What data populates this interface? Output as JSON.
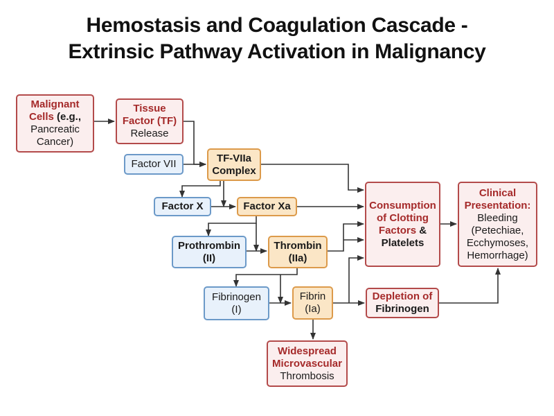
{
  "title": {
    "line1": "Hemostasis and Coagulation Cascade -",
    "line2": "Extrinsic Pathway Activation in Malignancy"
  },
  "nodes": {
    "malignant_cells": {
      "l1": "Malignant",
      "l2a": "Cells",
      "l2b": " (e.g.,",
      "l3": "Pancreatic",
      "l4": "Cancer)"
    },
    "tissue_factor": {
      "l1": "Tissue",
      "l2": "Factor (TF)",
      "l3": "Release"
    },
    "factor_vii": {
      "l1": "Factor VII"
    },
    "tf_viia": {
      "l1": "TF-VIIa",
      "l2": "Complex"
    },
    "factor_x": {
      "l1": "Factor X"
    },
    "factor_xa": {
      "l1": "Factor Xa"
    },
    "prothrombin": {
      "l1": "Prothrombin",
      "l2": "(II)"
    },
    "thrombin": {
      "l1": "Thrombin",
      "l2": "(IIa)"
    },
    "fibrinogen": {
      "l1": "Fibrinogen",
      "l2": "(I)"
    },
    "fibrin": {
      "l1": "Fibrin",
      "l2": "(Ia)"
    },
    "thrombosis": {
      "l1": "Widespread",
      "l2": "Microvascular",
      "l3": "Thrombosis"
    },
    "consumption": {
      "l1": "Consumption",
      "l2": "of Clotting",
      "l3a": "Factors",
      "l3b": " &",
      "l4": "Platelets"
    },
    "depletion": {
      "l1": "Depletion of",
      "l2": "Fibrinogen"
    },
    "clinical": {
      "l1": "Clinical",
      "l2": "Presentation:",
      "l3": "Bleeding",
      "l4": "(Petechiae,",
      "l5": "Ecchymoses,",
      "l6": "Hemorrhage)"
    }
  },
  "colors": {
    "red_fill": "#fbeeee",
    "red_border": "#b34a4a",
    "red_text": "#a52a2a",
    "blue_fill": "#e8f1fb",
    "blue_border": "#6b99c8",
    "orange_fill": "#fbe6c6",
    "orange_border": "#dc9a4a",
    "arrow": "#333333"
  }
}
